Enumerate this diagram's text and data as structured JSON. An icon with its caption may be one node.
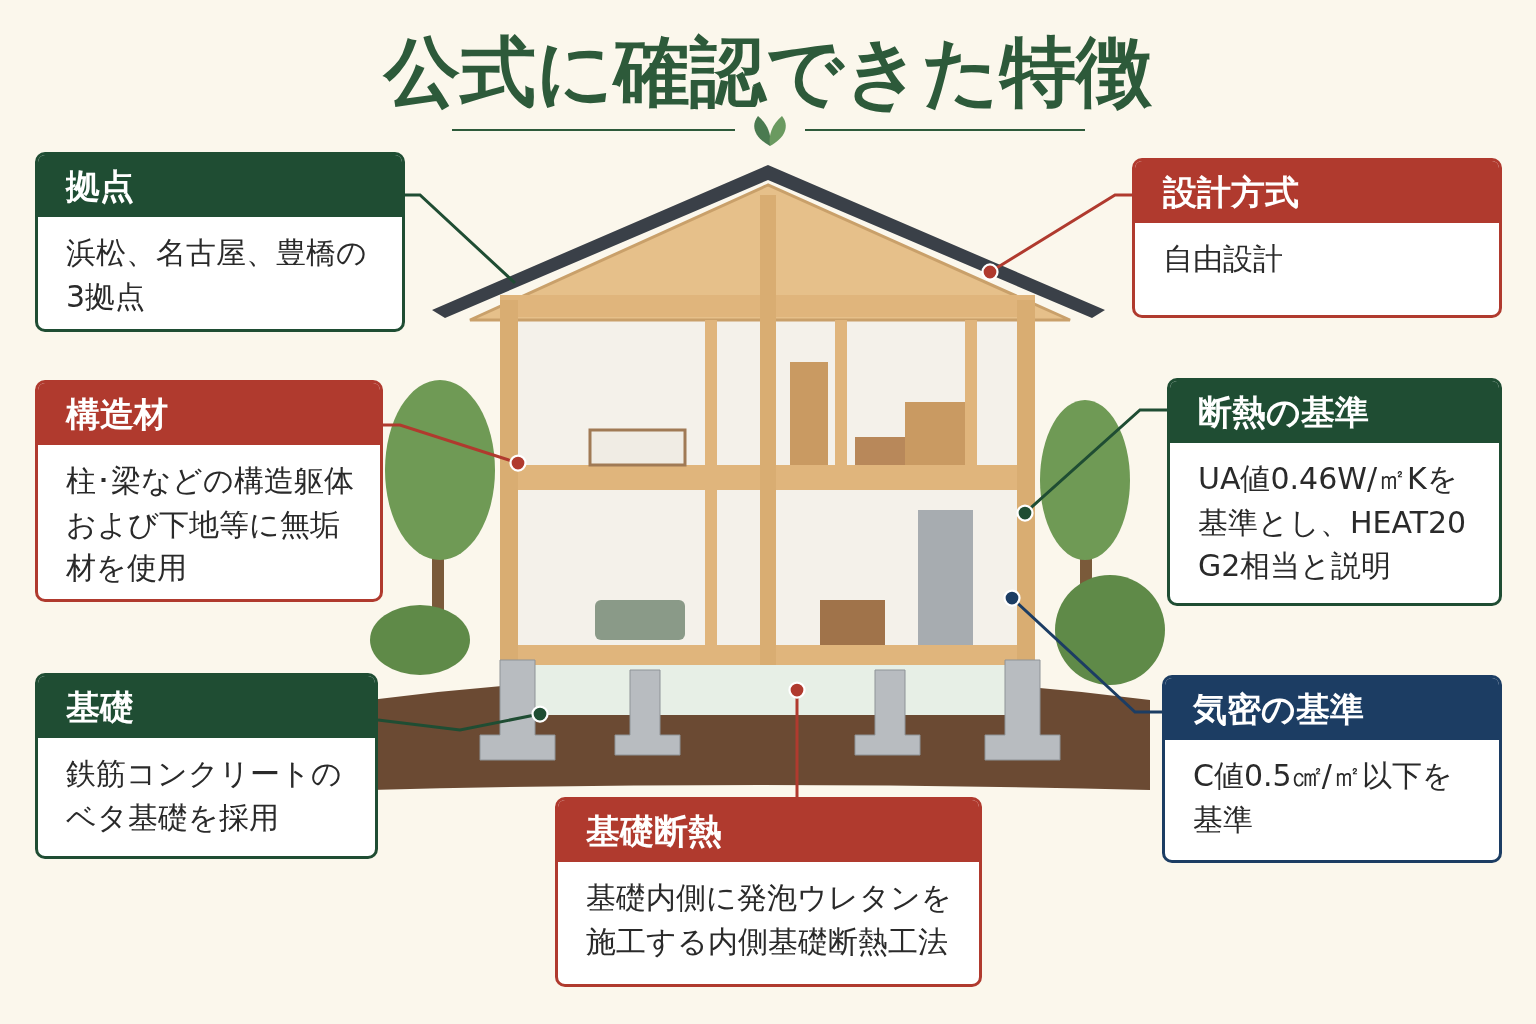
{
  "diagram": {
    "title": "公式に確認できた特徴",
    "nodes": [
      {
        "text": [
          "拠点",
          "浜松、名古屋、豊橋の3拠点"
        ]
      },
      {
        "text": [
          "設計方式",
          "自由設計"
        ]
      },
      {
        "text": [
          "構造材",
          "柱･梁などの構造躯体および下地等に無垢材を使用"
        ]
      },
      {
        "text": [
          "断熱の基準",
          "UA値0.46W/㎡Kを基準とし、HEAT20 G2相当と説明"
        ]
      },
      {
        "text": [
          "基礎",
          "鉄筋コンクリートのベタ基礎を採用"
        ]
      },
      {
        "text": [
          "気密の基準",
          "C値0.5㎠/㎡以下を基準"
        ]
      },
      {
        "text": [
          "基礎断熱",
          "基礎内側に発泡ウレタンを施工する内側基礎断熱工法"
        ]
      },
      {
        "text": [],
        "shape": "picture"
      }
    ],
    "edges": [
      {
        "from": 0,
        "to": 7,
        "arrow": "none",
        "color": "#1f4d33"
      },
      {
        "from": 1,
        "to": 7,
        "arrow": "other",
        "color": "#b03a2e"
      },
      {
        "from": 2,
        "to": 7,
        "arrow": "other",
        "color": "#b03a2e"
      },
      {
        "from": 3,
        "to": 7,
        "arrow": "other",
        "color": "#1f4d33"
      },
      {
        "from": 4,
        "to": 7,
        "arrow": "other",
        "color": "#1f4d33"
      },
      {
        "from": 5,
        "to": 7,
        "arrow": "other",
        "color": "#1c3d63"
      },
      {
        "from": 6,
        "to": 7,
        "arrow": "other",
        "color": "#b03a2e"
      }
    ]
  }
}
